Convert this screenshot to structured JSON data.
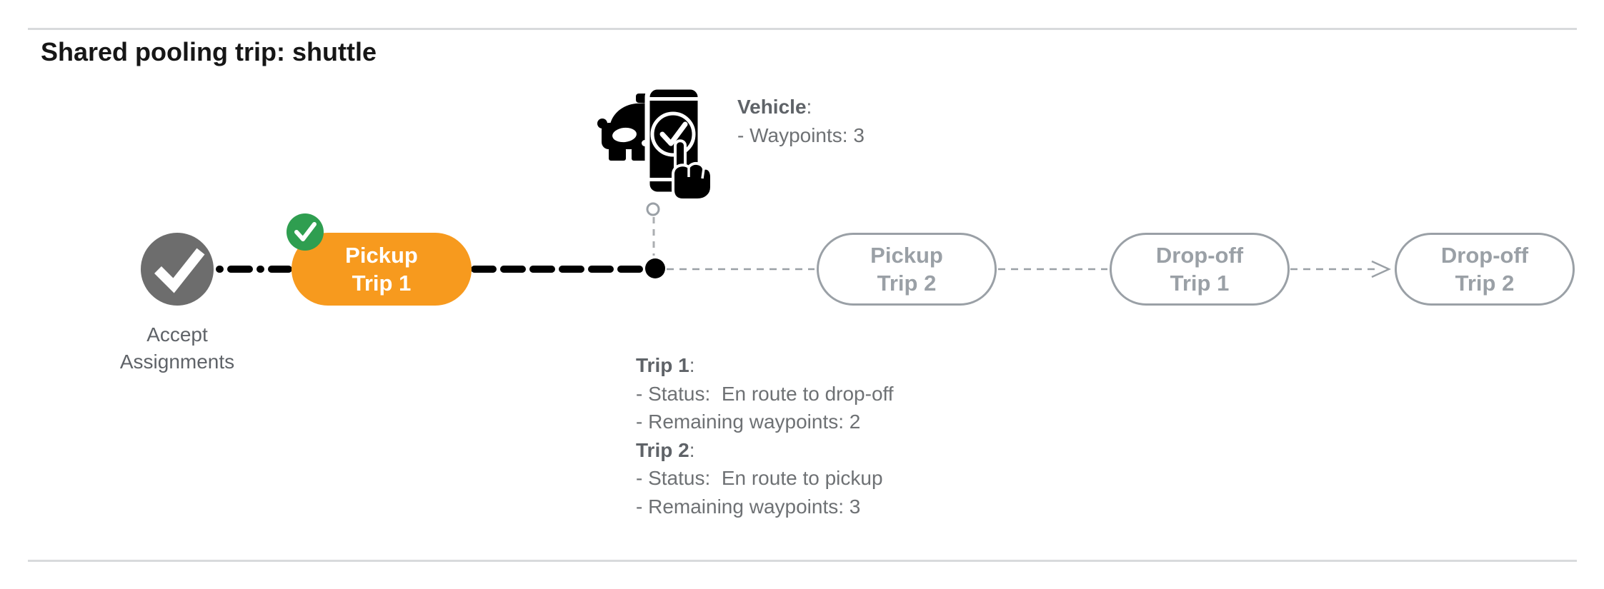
{
  "header": {
    "title": "Shared pooling trip: shuttle"
  },
  "vehicle": {
    "label": "Vehicle",
    "colon": ":",
    "waypoints_line": "- Waypoints: 3"
  },
  "timeline": {
    "accept": {
      "line1": "Accept",
      "line2": "Assignments",
      "state": "completed"
    },
    "nodes": [
      {
        "id": "pickup-trip-1",
        "line1": "Pickup",
        "line2": "Trip 1",
        "state": "completed-current"
      },
      {
        "id": "pickup-trip-2",
        "line1": "Pickup",
        "line2": "Trip 2",
        "state": "upcoming"
      },
      {
        "id": "dropoff-trip-1",
        "line1": "Drop-off",
        "line2": "Trip 1",
        "state": "upcoming"
      },
      {
        "id": "dropoff-trip-2",
        "line1": "Drop-off",
        "line2": "Trip 2",
        "state": "upcoming"
      }
    ]
  },
  "trip_info": {
    "colon": ":",
    "trips": [
      {
        "label": "Trip 1",
        "status_line": "- Status:  En route to drop-off",
        "waypoints_line": "- Remaining waypoints: 2"
      },
      {
        "label": "Trip 2",
        "status_line": "- Status:  En route to pickup",
        "waypoints_line": "- Remaining waypoints: 3"
      }
    ]
  },
  "icons": {
    "vehicle": "car-with-phone-check-icon",
    "accept": "gray-check-circle-icon",
    "badge": "green-check-badge-icon",
    "current_position": "black-dot-marker"
  },
  "colors": {
    "active_node": "#F79A1E",
    "completed_badge": "#2F9E50",
    "completed_node": "#6D6D6D",
    "upcoming_node": "#9AA0A6",
    "text_primary": "#161616",
    "text_secondary": "#5F6368",
    "divider": "#D8DADC",
    "timeline_black": "#000000"
  }
}
